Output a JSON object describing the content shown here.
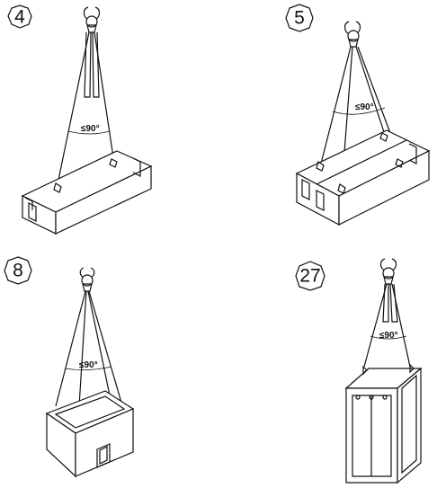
{
  "panels": [
    {
      "number": "4",
      "angle": "≤90°"
    },
    {
      "number": "5",
      "angle": "≤90°"
    },
    {
      "number": "8",
      "angle": "≤90°"
    },
    {
      "number": "27",
      "angle": "≤90°"
    }
  ]
}
